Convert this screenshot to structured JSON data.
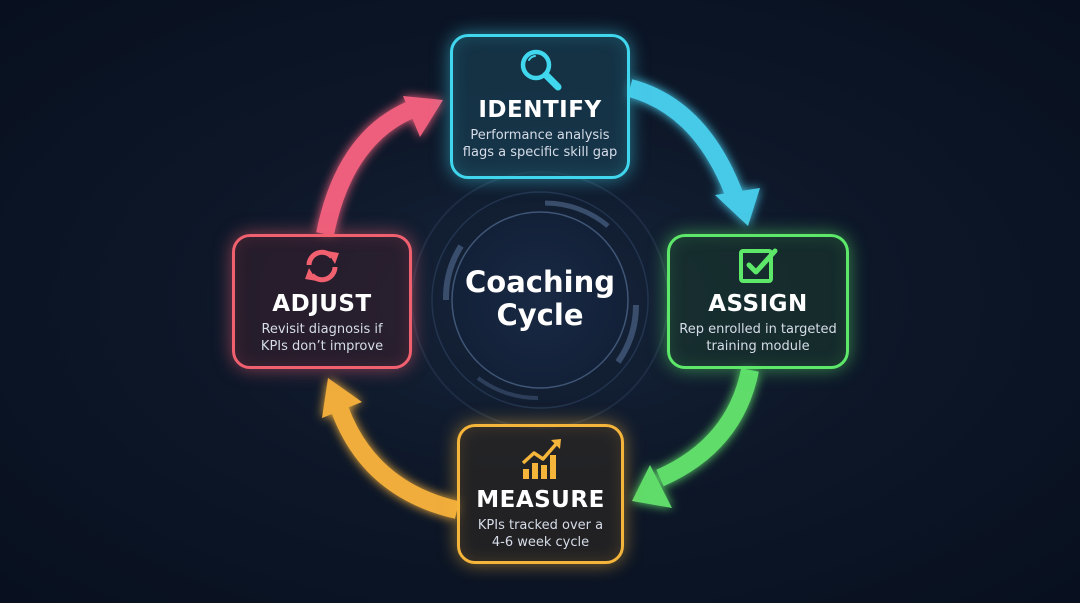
{
  "diagram": {
    "center": {
      "line1": "Coaching",
      "line2": "Cycle"
    },
    "steps": [
      {
        "id": "identify",
        "title": "IDENTIFY",
        "desc_line1": "Performance analysis",
        "desc_line2": "flags a specific skill gap",
        "icon": "magnifier-icon",
        "color": "#3fd6ee"
      },
      {
        "id": "assign",
        "title": "ASSIGN",
        "desc_line1": "Rep enrolled in targeted",
        "desc_line2": "training module",
        "icon": "checkbox-icon",
        "color": "#5de86a"
      },
      {
        "id": "measure",
        "title": "MEASURE",
        "desc_line1": "KPIs tracked over a",
        "desc_line2": "4-6 week cycle",
        "icon": "bar-chart-trend-icon",
        "color": "#f5b43a"
      },
      {
        "id": "adjust",
        "title": "ADJUST",
        "desc_line1": "Revisit diagnosis if",
        "desc_line2": "KPIs don’t improve",
        "icon": "refresh-icon",
        "color": "#f0606f"
      }
    ],
    "arrows": [
      {
        "from": "identify",
        "to": "assign",
        "color": "#3fd6ee"
      },
      {
        "from": "assign",
        "to": "measure",
        "color": "#5de86a"
      },
      {
        "from": "measure",
        "to": "adjust",
        "color": "#f5b43a"
      },
      {
        "from": "adjust",
        "to": "identify",
        "color": "#f0607a"
      }
    ]
  }
}
